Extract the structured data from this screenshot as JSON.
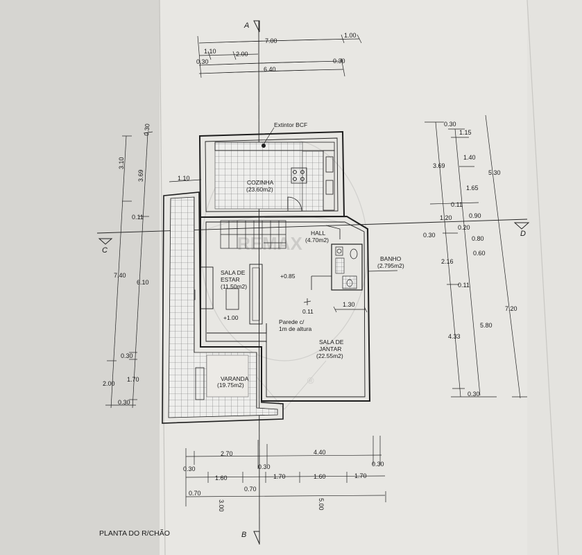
{
  "drawing": {
    "title": "PLANTA DO R/CHÃO",
    "watermark": "REMAX",
    "watermark_reg": "®",
    "extinguisher": "Extintor BCF",
    "wall_note_line1": "Parede c/",
    "wall_note_line2": "1m de altura"
  },
  "rooms": [
    {
      "name": "COZINHA",
      "area": "(23.60m2)"
    },
    {
      "name": "HALL",
      "area": "(4.70m2)"
    },
    {
      "name": "BANHO",
      "area": "(2.795m2)"
    },
    {
      "name_line1": "SALA DE",
      "name_line2": "ESTAR",
      "area": "(11.50m2)"
    },
    {
      "name_line1": "SALA DE",
      "name_line2": "JANTAR",
      "area": "(22.55m2)"
    },
    {
      "name": "VARANDA",
      "area": "(19.75m2)"
    }
  ],
  "levels": {
    "hall": "+0.85",
    "estar": "+1.00",
    "step": "0.11"
  },
  "sections": {
    "a": "A",
    "b": "B",
    "c": "C",
    "d": "D"
  },
  "dims_top": {
    "d700": "7.00",
    "d100": "1.00",
    "d110": "1.10",
    "d200": "2.00",
    "d030a": "0.30",
    "d030b": "0.30",
    "d640": "6.40"
  },
  "dims_left": {
    "d030": "0.30",
    "d310": "3.10",
    "d369": "3.69",
    "d110": "1.10",
    "d011": "0.11",
    "d740": "7.40",
    "d610": "6.10",
    "d030b": "0.30",
    "d200": "2.00",
    "d170": "1.70",
    "d030c": "0.30"
  },
  "dims_right": {
    "d030": "0.30",
    "d115": "1.15",
    "d140": "1.40",
    "d369": "3.69",
    "d530": "5.30",
    "d165": "1.65",
    "d011": "0.11",
    "d120": "1.20",
    "d090": "0.90",
    "d020": "0.20",
    "d030b": "0.30",
    "d080": "0.80",
    "d060": "0.60",
    "d216": "2.16",
    "d011b": "0.11",
    "d720": "7.20",
    "d433": "4.33",
    "d580": "5.80",
    "d030c": "0.30"
  },
  "dims_interior": {
    "d130": "1.30"
  },
  "dims_bottom": {
    "d270": "2.70",
    "d440": "4.40",
    "d030a": "0.30",
    "d030b": "0.30",
    "d030c": "0.30",
    "d160a": "1.60",
    "d170a": "1.70",
    "d160b": "1.60",
    "d170b": "1.70",
    "d070a": "0.70",
    "d070b": "0.70",
    "d300": "3.00",
    "d500": "5.00"
  }
}
